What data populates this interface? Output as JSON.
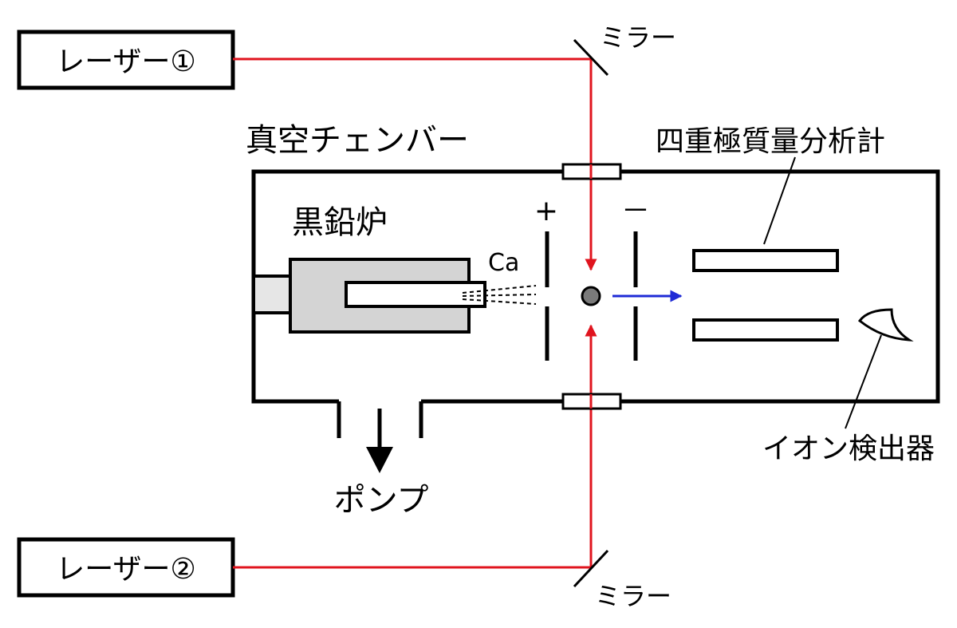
{
  "labels": {
    "laser1": "レーザー①",
    "laser2": "レーザー②",
    "mirror_top": "ミラー",
    "mirror_bottom": "ミラー",
    "chamber": "真空チェンバー",
    "furnace": "黒鉛炉",
    "element": "Ca",
    "plus": "+",
    "minus": "－",
    "quadrupole": "四重極質量分析計",
    "detector": "イオン検出器",
    "pump": "ポンプ"
  },
  "colors": {
    "laser_beam": "#e0141e",
    "ion_beam": "#1f2bd6",
    "outline": "#000000",
    "furnace_fill": "#d4d4d4",
    "furnace_back_fill": "#e6e6e6",
    "atom_fill": "#7a7a7a"
  }
}
